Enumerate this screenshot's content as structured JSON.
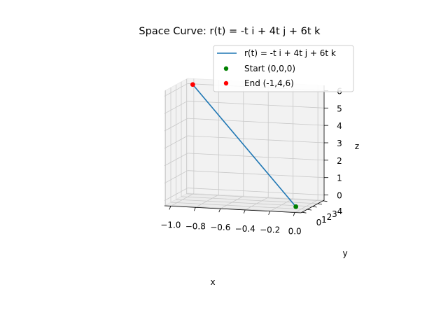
{
  "chart_data": {
    "type": "line",
    "projection": "3d",
    "title": "Space Curve: r(t) = -t i + 4t j + 6t k",
    "xlabel": "x",
    "ylabel": "y",
    "zlabel": "z",
    "xlim": [
      -1.05,
      0.05
    ],
    "ylim": [
      -0.2,
      4.2
    ],
    "zlim": [
      -0.3,
      6.3
    ],
    "x_ticks": [
      -1.0,
      -0.8,
      -0.6,
      -0.4,
      -0.2,
      0.0
    ],
    "x_tick_labels": [
      "−1.0",
      "−0.8",
      "−0.6",
      "−0.4",
      "−0.2",
      "0.0"
    ],
    "y_ticks": [
      0,
      1,
      2,
      3,
      4
    ],
    "y_tick_labels": [
      "0",
      "1",
      "2",
      "3",
      "4"
    ],
    "z_ticks": [
      0,
      1,
      2,
      3,
      4,
      5,
      6
    ],
    "z_tick_labels": [
      "0",
      "1",
      "2",
      "3",
      "4",
      "5",
      "6"
    ],
    "grid": true,
    "legend_position": "top-right",
    "series": [
      {
        "name": "r(t) = -t i + 4t j + 6t k",
        "kind": "line",
        "color": "#1f77b4",
        "points": [
          {
            "x": 0,
            "y": 0,
            "z": 0
          },
          {
            "x": -1,
            "y": 4,
            "z": 6
          }
        ]
      },
      {
        "name": "Start (0,0,0)",
        "kind": "scatter",
        "color": "#008000",
        "points": [
          {
            "x": 0,
            "y": 0,
            "z": 0
          }
        ]
      },
      {
        "name": "End (-1,4,6)",
        "kind": "scatter",
        "color": "#ff0000",
        "points": [
          {
            "x": -1,
            "y": 4,
            "z": 6
          }
        ]
      }
    ]
  }
}
